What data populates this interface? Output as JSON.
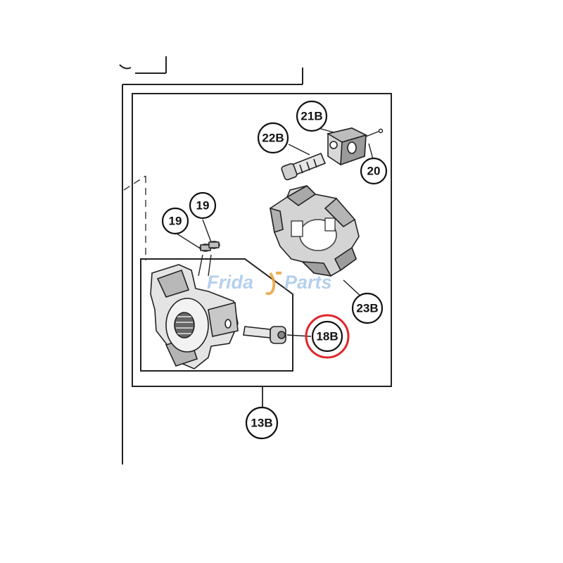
{
  "callouts": {
    "c21b": "21B",
    "c22b": "22B",
    "c20": "20",
    "c19a": "19",
    "c19b": "19",
    "c23b": "23B",
    "c18b": "18B",
    "c13b": "13B"
  },
  "watermark": {
    "text_part1": "Frida",
    "text_part2": "Parts",
    "color": "#a9c8ea"
  },
  "highlight": {
    "target": "18B",
    "color": "#e0262c"
  }
}
